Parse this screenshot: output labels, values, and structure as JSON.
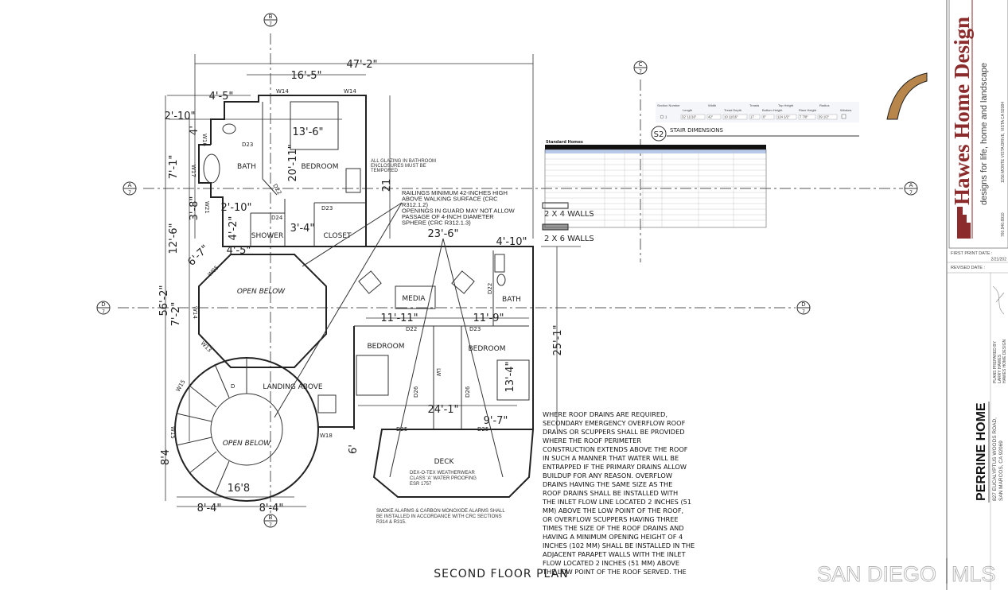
{
  "title": "SECOND FLOOR PLAN",
  "section_markers": {
    "a": "A",
    "b": "B",
    "c": "C",
    "d": "D",
    "sheet": "7"
  },
  "dimensions": {
    "overall_width": "47'-2\"",
    "suite_width": "16'-5\"",
    "d_4_5_top": "4'-5\"",
    "d_2_10_top": "2'-10\"",
    "d_4": "4'",
    "d_7_1": "7'-1\"",
    "d_3_8": "3'-8\"",
    "d_2_10_mid": "2'-10\"",
    "d_12_6": "12'-6\"",
    "d_4_2": "4'-2\"",
    "d_4_5_mid": "4'-5\"",
    "d_6_7": "6'-7\"",
    "d_56_2": "56'-2\"",
    "d_7_2": "7'-2\"",
    "d_8_4_v": "8'4",
    "d_16_8": "16'8",
    "d_8_4_a": "8'-4\"",
    "d_8_4_b": "8'-4\"",
    "d_13_6": "13'-6\"",
    "d_20_11": "20'-11\"",
    "d_21": "21",
    "d_3_4": "3'-4\"",
    "d_23_6": "23'-6\"",
    "d_4_10": "4'-10\"",
    "d_11_11": "11'-11\"",
    "d_11_9": "11'-9\"",
    "d_25_1": "25'-1\"",
    "d_13_4": "13'-4\"",
    "d_24_1": "24'-1\"",
    "d_9_7": "9'-7\"",
    "d_6": "6'"
  },
  "rooms": {
    "bath_master": "BATH",
    "bedroom_master": "BEDROOM",
    "shower": "SHOWER",
    "closet": "CLOSET",
    "open_below_1": "OPEN BELOW",
    "open_below_2": "OPEN BELOW",
    "landing": "LANDING ABOVE",
    "media": "MEDIA",
    "bath_2": "BATH",
    "bedroom_2": "BEDROOM",
    "bedroom_3": "BEDROOM",
    "deck": "DECK"
  },
  "tags": {
    "w14a": "W14",
    "w14b": "W14",
    "w16": "W16",
    "w17": "W17",
    "w21": "W21",
    "w05": "W05",
    "w14c": "W14",
    "w13": "W13",
    "w15": "W15",
    "w15b": "W15",
    "w18": "W18",
    "d23a": "D23",
    "d22a": "D22",
    "d24": "D24",
    "d23b": "D23",
    "d22b": "D22",
    "d23c": "D23",
    "d22c": "D22",
    "d26a": "D26",
    "d26b": "D26",
    "d25": "D25",
    "d25b": "D25",
    "lw": "LW",
    "d": "D"
  },
  "notes": {
    "glazing": [
      "ALL GLAZING IN BATHROOM",
      "ENCLOSURES MUST BE",
      "TEMPORED"
    ],
    "railings": [
      "RAILINGS MINIMUM 42-INCHES HIGH",
      "ABOVE WALKING SURFACE (CRC",
      "R312.1.2)",
      "OPENINGS IN GUARD MAY NOT ALLOW",
      "PASSAGE OF 4-INCH DIAMETER",
      "SPHERE (CRC R312.1.3)"
    ],
    "deck": [
      "DEX-O-TEX WEATHERWEAR",
      "CLASS 'A' WATER PROOFING",
      "ESR 1757"
    ],
    "smoke": [
      "SMOKE ALARMS & CARBON MONOXIDE ALARMS SHALL",
      "BE INSTALLED IN ACCORDANCE WITH CRC SECTIONS",
      "R314 & R315."
    ],
    "roof_drain": [
      "WHERE ROOF DRAINS ARE REQUIRED,",
      "SECONDARY EMERGENCY OVERFLOW ROOF",
      "DRAINS OR SCUPPERS SHALL BE PROVIDED",
      "WHERE THE ROOF PERIMETER",
      "CONSTRUCTION EXTENDS ABOVE THE ROOF",
      "IN SUCH A MANNER THAT WATER WILL BE",
      "ENTRAPPED IF THE PRIMARY DRAINS ALLOW",
      "BUILDUP FOR ANY REASON. OVERFLOW",
      "DRAINS HAVING THE SAME SIZE AS THE",
      "ROOF DRAINS SHALL BE INSTALLED WITH",
      "THE INLET FLOW LINE LOCATED 2 INCHES (51",
      "MM) ABOVE THE LOW POINT OF THE ROOF,",
      "OR OVERFLOW SCUPPERS HAVING THREE",
      "TIMES THE SIZE OF THE ROOF DRAINS AND",
      "HAVING A MINIMUM OPENING HEIGHT OF 4",
      "INCHES (102 MM) SHALL BE INSTALLED IN THE",
      "ADJACENT PARAPET WALLS WITH THE INLET",
      "FLOW LOCATED 2 INCHES (51 MM) ABOVE",
      "THE LOW POINT OF THE ROOF SERVED. THE"
    ]
  },
  "legend": {
    "walls_2x4": "2 X 4 WALLS",
    "walls_2x6": "2 X 6 WALLS",
    "table_title": "Standard Homes"
  },
  "stair": {
    "marker": "S2",
    "title": "STAIR DIMENSIONS",
    "headers": [
      "Section Number",
      "Length",
      "Width",
      "Tread Depth",
      "Treads",
      "Bottom Height",
      "Top Height",
      "Riser Height",
      "Radius",
      "Window"
    ],
    "values": [
      "1",
      "32' 11/16\"",
      "42\"",
      "10 11/16\"",
      "17",
      "0\"",
      "124 1/2\"",
      "7 7/8\"",
      "39 1/2\""
    ]
  },
  "title_block": {
    "brand": "Hawes Home Design",
    "tagline": "designs for life, home and landscape",
    "phone": "760.940.8910",
    "address": "1156 MONTE VISTA DRIVE, VISTA CA 92084",
    "first_print_label": "FIRST PRINT DATE :",
    "first_print_value": "2/21/202",
    "revised_label": "REVISED DATE :",
    "prepared": [
      "PLANS PREPARED BY",
      "LARRY HAWES",
      "HAWES HOME DESIGN"
    ],
    "project": "PERRINE HOME",
    "project_address": [
      "827 EUCALYPTUS WOODS ROAD,",
      "SAN MARCOS, CA 92069"
    ],
    "brand_color": "#8b2b2b"
  },
  "watermark": {
    "left": "SAN DIEGO",
    "right": "MLS"
  }
}
